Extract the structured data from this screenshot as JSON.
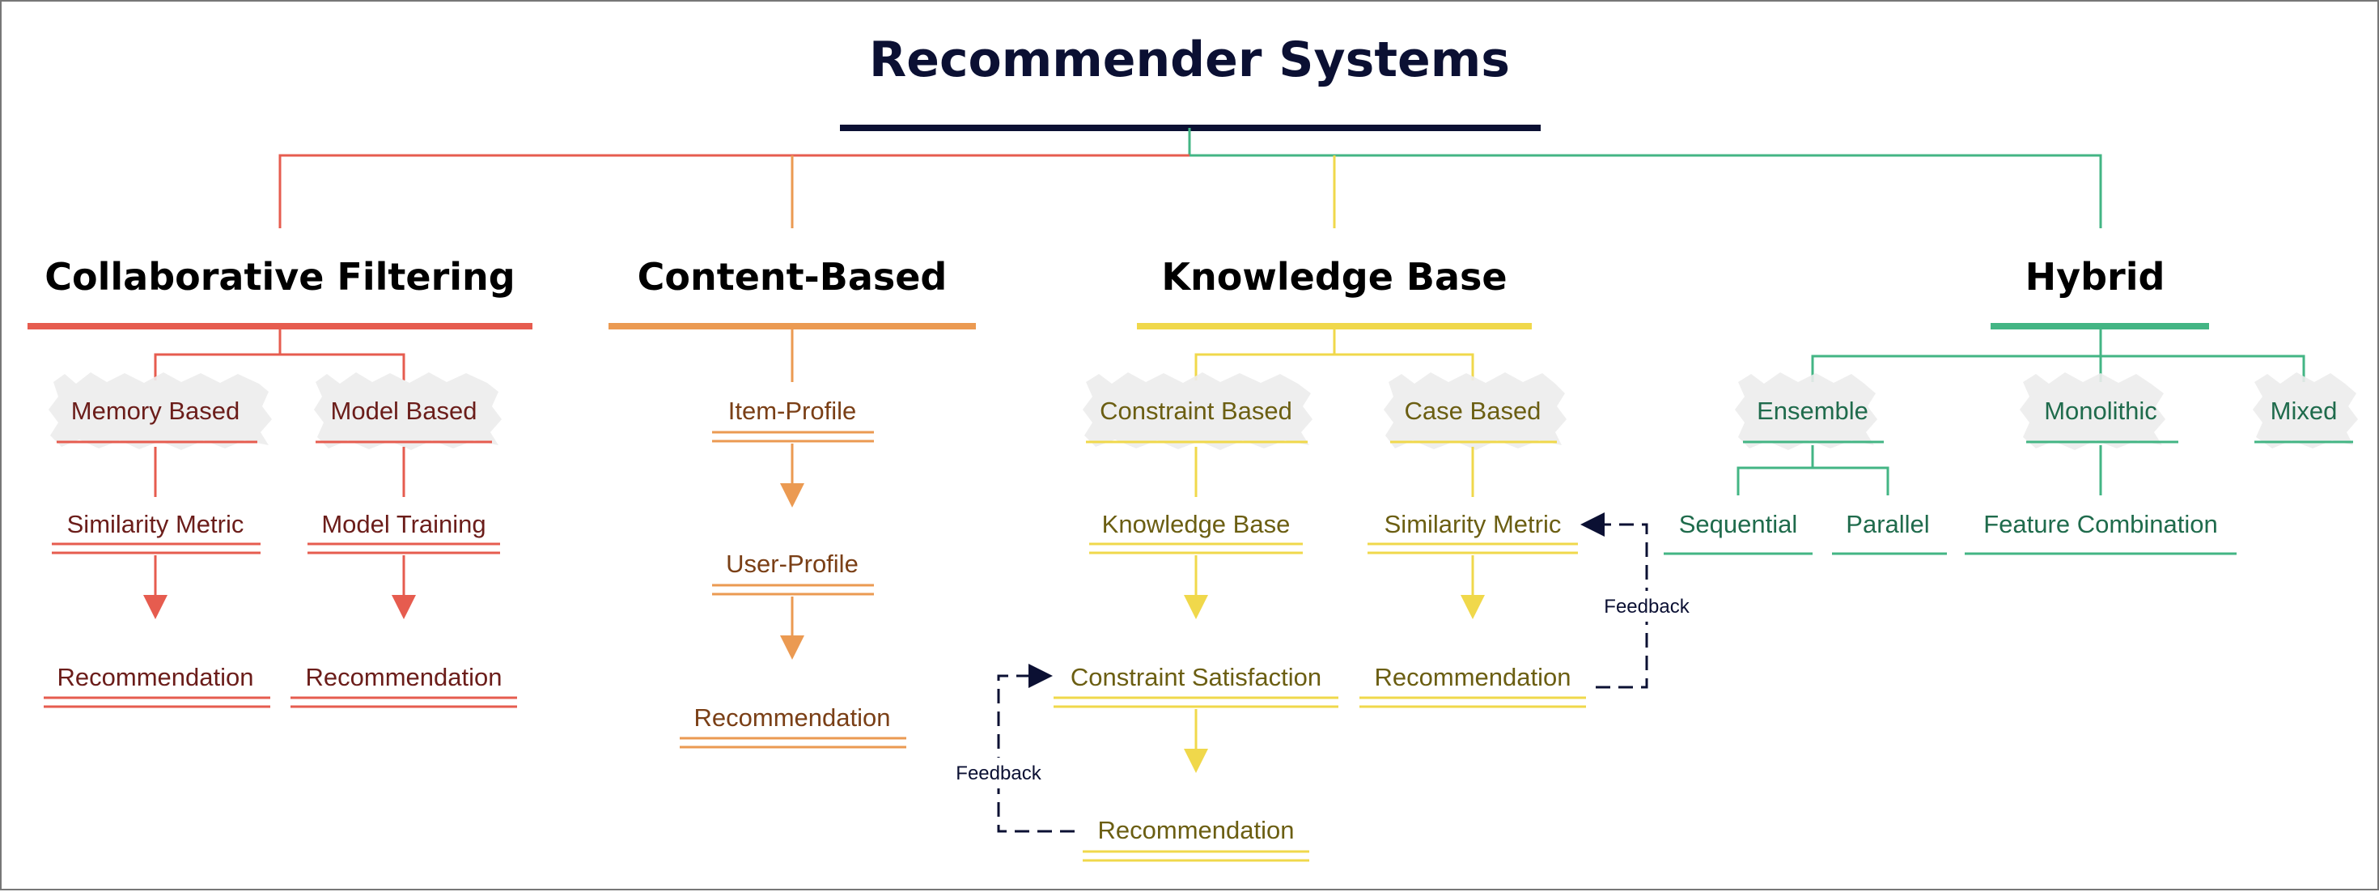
{
  "title": "Recommender Systems",
  "colors": {
    "title_bar": "#0b1033",
    "collaborative": "#e65c4f",
    "collaborative_text": "#6b1d1a",
    "content": "#eb9a52",
    "content_text": "#7a3f16",
    "knowledge": "#f0d84b",
    "knowledge_text": "#6b5e12",
    "hybrid": "#43b584",
    "hybrid_text": "#1f6b4c",
    "feedback": "#0b1033",
    "highlight": "#ececec"
  },
  "categories": {
    "collaborative": {
      "label": "Collaborative Filtering",
      "memory": {
        "label": "Memory Based",
        "step": "Similarity Metric",
        "result": "Recommendation"
      },
      "model": {
        "label": "Model Based",
        "step": "Model Training",
        "result": "Recommendation"
      }
    },
    "content": {
      "label": "Content-Based",
      "item_profile": "Item-Profile",
      "user_profile": "User-Profile",
      "result": "Recommendation"
    },
    "knowledge": {
      "label": "Knowledge Base",
      "constraint": {
        "label": "Constraint Based",
        "step": "Knowledge Base",
        "satisfaction": "Constraint Satisfaction",
        "result": "Recommendation"
      },
      "case": {
        "label": "Case Based",
        "step": "Similarity Metric",
        "result": "Recommendation"
      },
      "feedback_label_left": "Feedback",
      "feedback_label_right": "Feedback"
    },
    "hybrid": {
      "label": "Hybrid",
      "ensemble": {
        "label": "Ensemble",
        "children": [
          "Sequential",
          "Parallel"
        ]
      },
      "monolithic": {
        "label": "Monolithic",
        "child": "Feature Combination"
      },
      "mixed": {
        "label": "Mixed"
      }
    }
  }
}
